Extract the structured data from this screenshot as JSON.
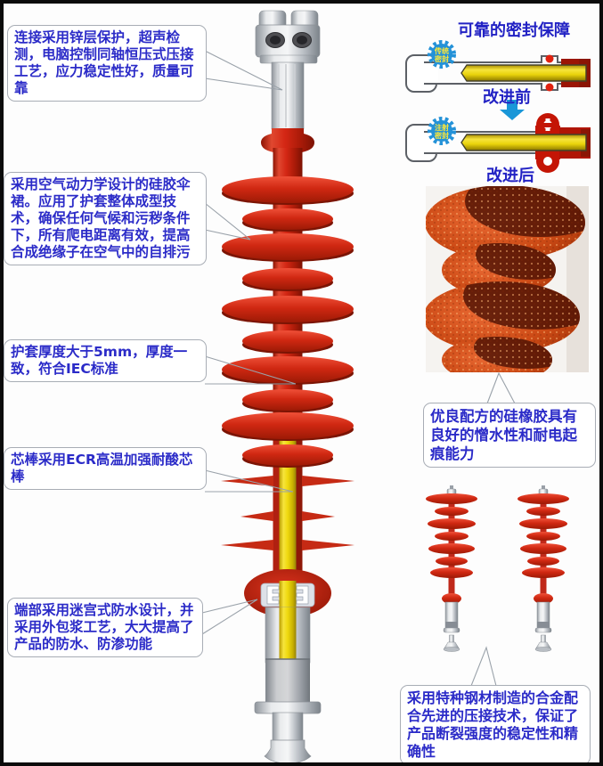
{
  "left_callouts": [
    {
      "text": "连接采用锌层保护，超声检测，电脑控制同轴恒压式压接工艺，应力稳定性好，质量可靠"
    },
    {
      "text": "采用空气动力学设计的硅胶伞裙。应用了护套整体成型技术，确保任何气候和污秽条件下，所有爬电距离有效，提高合成绝缘子在空气中的自排污"
    },
    {
      "pre": "护套厚度大于",
      "bold1": "5mm",
      "mid": "，厚度一致，符合",
      "bold2": "IEC",
      "post": "标准"
    },
    {
      "pre": "芯棒采用",
      "bold": "ECR",
      "post": "高温加强耐酸芯棒"
    },
    {
      "text": "端部采用迷宫式防水设计，并采用外包浆工艺，大大提高了产品的防水、防渗功能"
    }
  ],
  "seal_section": {
    "title": "可靠的密封保障",
    "before_label": "改进前",
    "after_label": "改进后",
    "before_badge": [
      "传统",
      "密封"
    ],
    "after_badge": [
      "注射",
      "密封"
    ]
  },
  "right_callouts": {
    "rubber": {
      "text": "优良配方的硅橡胶具有良好的憎水性和耐电起痕能力"
    },
    "fitting": {
      "text": "采用特种钢材制造的合金配合先进的压接技术，保证了产品断裂强度的稳定性和精确性"
    }
  },
  "colors": {
    "text_blue": "#2b2bc8",
    "shed_red": "#c8281a",
    "closeup_orange": "#cc4a1a",
    "core_yellow": "#eed90e",
    "arrow_blue": "#1a97d8",
    "badge_blue": "#2492d8",
    "seal_dark_red": "#9b1505",
    "metal_gray": "#b9bec4"
  }
}
